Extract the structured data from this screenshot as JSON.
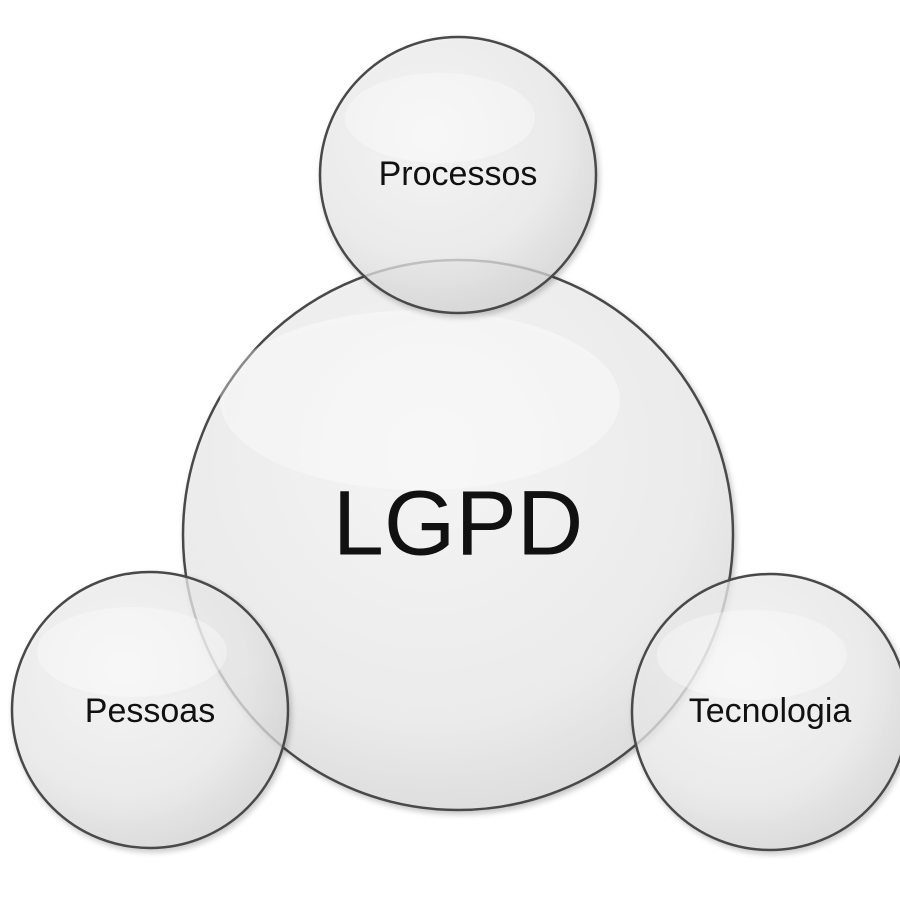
{
  "diagram": {
    "center": {
      "label": "LGPD"
    },
    "satellites": [
      {
        "id": "top",
        "label": "Processos"
      },
      {
        "id": "left",
        "label": "Pessoas"
      },
      {
        "id": "right",
        "label": "Tecnologia"
      }
    ]
  },
  "colors": {
    "bubble_fill_light": "#f6f6f6",
    "bubble_fill_dark": "#d6d6d6",
    "bubble_stroke": "#4a4a4a",
    "text": "#111111",
    "background": "#ffffff"
  }
}
